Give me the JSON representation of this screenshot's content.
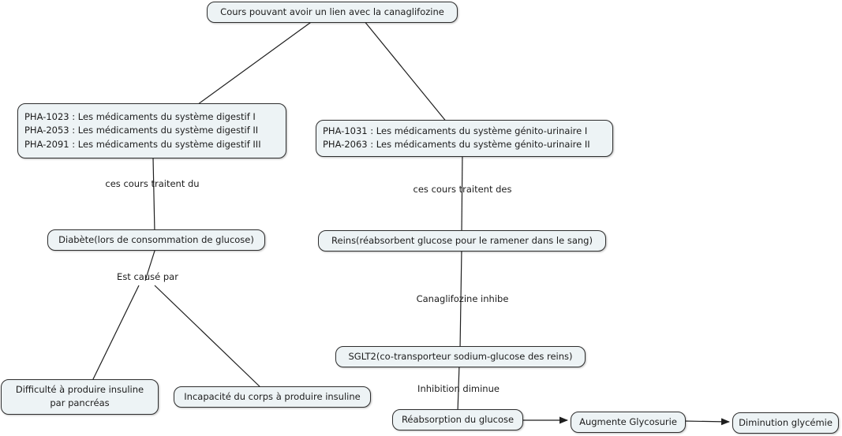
{
  "nodes": {
    "root": {
      "label": "Cours pouvant avoir un lien avec la canaglifozine"
    },
    "courses_digestif": {
      "lines": [
        "PHA-1023 : Les médicaments du système digestif I",
        "PHA-2053 : Les médicaments du système digestif II",
        "PHA-2091 : Les médicaments du système digestif III"
      ]
    },
    "courses_genito": {
      "lines": [
        "PHA-1031 : Les médicaments du système génito-urinaire I",
        "PHA-2063 : Les médicaments du système génito-urinaire II"
      ]
    },
    "diabete": {
      "label": "Diabète(lors de consommation de glucose)"
    },
    "reins": {
      "label": "Reins(réabsorbent glucose pour le ramener dans le sang)"
    },
    "sglt2": {
      "label": "SGLT2(co-transporteur sodium-glucose des reins)"
    },
    "difficulte_insuline": {
      "lines": [
        "Difficulté à produire insuline",
        "par pancréas"
      ]
    },
    "incapacite_insuline": {
      "label": "Incapacité du corps à produire insuline"
    },
    "reabsorption_glucose": {
      "label": "Réabsorption du glucose"
    },
    "augmente_glycosurie": {
      "label": "Augmente Glycosurie"
    },
    "diminution_glycemie": {
      "label": "Diminution glycémie"
    }
  },
  "edge_labels": {
    "traitent_du": "ces cours traitent du",
    "traitent_des": "ces cours traitent des",
    "cause": "Est causé par",
    "inhibe": "Canaglifozine inhibe",
    "diminue": "Inhibition diminue"
  },
  "colors": {
    "background": "#ffffff",
    "node_fill": "#edf3f5",
    "node_border": "#2e2e2e",
    "line": "#1f1f1f",
    "text": "#1c1c1c"
  }
}
